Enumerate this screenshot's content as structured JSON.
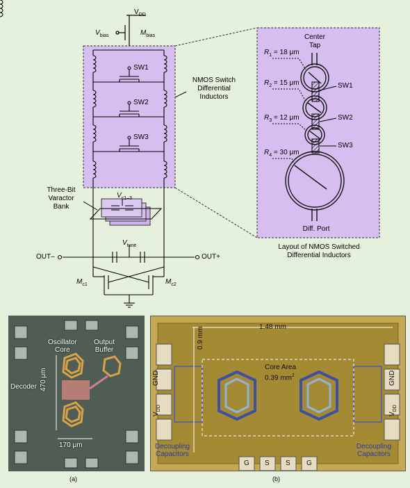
{
  "schematic": {
    "vdd": "V",
    "vdd_sub": "DD",
    "vbias": "V",
    "vbias_sub": "bias",
    "mbias": "M",
    "mbias_sub": "bias",
    "sw1": "SW1",
    "sw2": "SW2",
    "sw3": "SW3",
    "nmos_label": "NMOS Switch\nDifferential\nInductors",
    "varactor_label": "Three-Bit\nVaractor\nBank",
    "vc": "V",
    "vc_sub": "c1–3",
    "vtune": "V",
    "vtune_sub": "tune",
    "out_minus": "OUT–",
    "out_plus": "OUT+",
    "mc1": "M",
    "mc1_sub": "c1",
    "mc2": "M",
    "mc2_sub": "c2"
  },
  "layout_panel": {
    "center_tap": "Center\nTap",
    "r1": "R",
    "r1_sub": "1",
    "r1_val": " = 18 μm",
    "r2": "R",
    "r2_sub": "2",
    "r2_val": " = 15 μm",
    "r3": "R",
    "r3_sub": "3",
    "r3_val": " = 12 μm",
    "r4": "R",
    "r4_sub": "4",
    "r4_val": " = 30 μm",
    "sw1": "SW1",
    "sw2": "SW2",
    "sw3": "SW3",
    "diff_port": "Diff. Port",
    "caption": "Layout of NMOS Switched\nDifferential Inductors"
  },
  "photo_a": {
    "oscillator_core": "Oscillator\nCore",
    "output_buffer": "Output\nBuffer",
    "decoder": "Decoder",
    "height": "470 μm",
    "width": "170 μm",
    "caption": "(a)"
  },
  "photo_b": {
    "width": "1.48 mm",
    "height": "0.9 mm",
    "core_area": "Core Area",
    "core_value": "0.39 mm",
    "core_sup": "2",
    "gnd_left": "GND",
    "gnd_right": "GND",
    "vdd_left": "V",
    "vdd_left_sub": "DD",
    "vdd_right": "V",
    "vdd_right_sub": "DD",
    "decoupling_left": "Decoupling\nCapacitors",
    "decoupling_right": "Decoupling\nCapacitors",
    "pads": [
      "G",
      "S",
      "S",
      "G"
    ],
    "caption": "(b)"
  },
  "colors": {
    "background": "#e6f1dd",
    "lavender": "#d6bff0",
    "dashed_box": "#333333",
    "chip_gold": "#b99a3c",
    "annotation_blue": "#2a39b8"
  }
}
